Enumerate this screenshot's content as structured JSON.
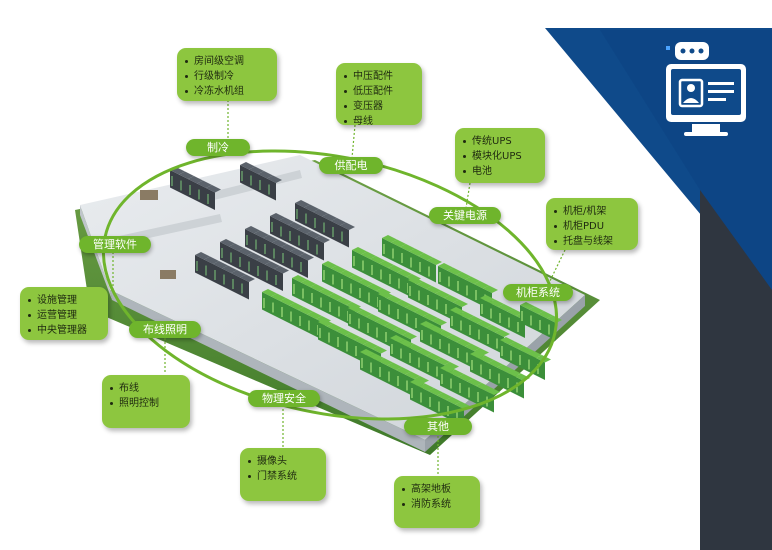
{
  "categories": [
    {
      "id": "cooling",
      "label": "制冷",
      "items": [
        "房间级空调",
        "行级制冷",
        "冷冻水机组"
      ]
    },
    {
      "id": "power",
      "label": "供配电",
      "items": [
        "中压配件",
        "低压配件",
        "变压器",
        "母线"
      ]
    },
    {
      "id": "critical",
      "label": "关键电源",
      "items": [
        "传统UPS",
        "模块化UPS",
        "电池"
      ]
    },
    {
      "id": "rack",
      "label": "机柜系统",
      "items": [
        "机柜/机架",
        "机柜PDU",
        "托盘与线架"
      ]
    },
    {
      "id": "other",
      "label": "其他",
      "items": [
        "高架地板",
        "消防系统"
      ]
    },
    {
      "id": "security",
      "label": "物理安全",
      "items": [
        "摄像头",
        "门禁系统"
      ]
    },
    {
      "id": "cabling",
      "label": "布线照明",
      "items": [
        "布线",
        "照明控制"
      ]
    },
    {
      "id": "software",
      "label": "管理软件",
      "items": [
        "设施管理",
        "运营管理",
        "中央管理器"
      ]
    }
  ],
  "colors": {
    "accent": "#8dc63f",
    "pill": "#6fb52c",
    "navy": "#0f4a8a",
    "dark": "#2f3640"
  },
  "icon": "computer-presentation-icon"
}
